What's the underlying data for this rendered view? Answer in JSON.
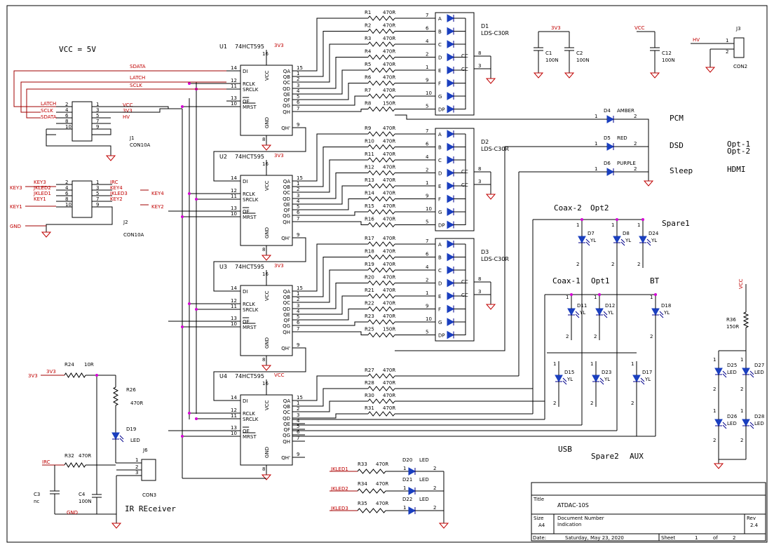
{
  "vcc_note": "VCC = 5V",
  "chips": [
    {
      "ref": "U1",
      "part": "74HCT595",
      "supply": "3V3"
    },
    {
      "ref": "U2",
      "part": "74HCT595",
      "supply": "3V3"
    },
    {
      "ref": "U3",
      "part": "74HCT595",
      "supply": "3V3"
    },
    {
      "ref": "U4",
      "part": "74HCT595",
      "supply": "VCC"
    }
  ],
  "chip_pins_left": [
    "DI",
    "RCLK",
    "SRCLK",
    "OE",
    "MRST"
  ],
  "chip_pins_left_nums": [
    "14",
    "12",
    "11",
    "13",
    "10"
  ],
  "chip_pins_right": [
    "QA",
    "QB",
    "QC",
    "QD",
    "QE",
    "QF",
    "QG",
    "QH",
    "QH'"
  ],
  "chip_pins_right_nums": [
    "15",
    "1",
    "2",
    "3",
    "4",
    "5",
    "6",
    "7",
    "9"
  ],
  "chip_vcc": "VCC",
  "chip_gnd": "GND",
  "vcc_pin": "16",
  "gnd_pin": "8",
  "displays": [
    {
      "ref": "D1",
      "part": "LDS-C30R"
    },
    {
      "ref": "D2",
      "part": "LDS-C30R"
    },
    {
      "ref": "D3",
      "part": "LDS-C30R"
    }
  ],
  "seg_letters": [
    "A",
    "B",
    "C",
    "D",
    "E",
    "F",
    "G",
    "DP"
  ],
  "seg_pins": [
    "7",
    "6",
    "4",
    "2",
    "1",
    "9",
    "10",
    "5"
  ],
  "cc_label": "CC",
  "cc_pins": [
    "8",
    "3"
  ],
  "resistors_bank1": [
    {
      "ref": "R1",
      "val": "470R"
    },
    {
      "ref": "R2",
      "val": "470R"
    },
    {
      "ref": "R3",
      "val": "470R"
    },
    {
      "ref": "R4",
      "val": "470R"
    },
    {
      "ref": "R5",
      "val": "470R"
    },
    {
      "ref": "R6",
      "val": "470R"
    },
    {
      "ref": "R7",
      "val": "470R"
    },
    {
      "ref": "R8",
      "val": "150R"
    }
  ],
  "resistors_bank2": [
    {
      "ref": "R9",
      "val": "470R"
    },
    {
      "ref": "R10",
      "val": "470R"
    },
    {
      "ref": "R11",
      "val": "470R"
    },
    {
      "ref": "R12",
      "val": "470R"
    },
    {
      "ref": "R13",
      "val": "470R"
    },
    {
      "ref": "R14",
      "val": "470R"
    },
    {
      "ref": "R15",
      "val": "470R"
    },
    {
      "ref": "R16",
      "val": "470R"
    }
  ],
  "resistors_bank3": [
    {
      "ref": "R17",
      "val": "470R"
    },
    {
      "ref": "R18",
      "val": "470R"
    },
    {
      "ref": "R19",
      "val": "470R"
    },
    {
      "ref": "R20",
      "val": "470R"
    },
    {
      "ref": "R21",
      "val": "470R"
    },
    {
      "ref": "R22",
      "val": "470R"
    },
    {
      "ref": "R23",
      "val": "470R"
    },
    {
      "ref": "R25",
      "val": "150R"
    }
  ],
  "resistors_bank4": [
    {
      "ref": "R27",
      "val": "470R"
    },
    {
      "ref": "R28",
      "val": "470R"
    },
    {
      "ref": "R30",
      "val": "470R"
    },
    {
      "ref": "R31",
      "val": "470R"
    }
  ],
  "caps": [
    {
      "ref": "C1",
      "val": "100N"
    },
    {
      "ref": "C2",
      "val": "100N"
    },
    {
      "ref": "C12",
      "val": "100N"
    }
  ],
  "cap_rails": [
    "3V3",
    "VCC"
  ],
  "j3": {
    "ref": "J3",
    "part": "CON2",
    "net": "HV",
    "p1": "1",
    "p2": "2"
  },
  "j1": {
    "ref": "J1",
    "part": "CON10A",
    "nets": [
      "LATCH",
      "SCLK",
      "SDATA",
      "VCC",
      "3V3",
      "HV"
    ],
    "left_pins": [
      "2",
      "4",
      "6",
      "8",
      "10"
    ],
    "right_pins": [
      "1",
      "3",
      "5",
      "7",
      "9"
    ]
  },
  "j2": {
    "ref": "J2",
    "part": "CON10A",
    "left_nets": [
      "KEY3",
      "JKLED2",
      "JKLED1",
      "KEY1"
    ],
    "right_nets": [
      "IRC",
      "KEY4",
      "JKLED3",
      "KEY2"
    ],
    "left_pins": [
      "2",
      "4",
      "6",
      "8",
      "10"
    ],
    "right_pins": [
      "1",
      "3",
      "5",
      "7",
      "9"
    ],
    "gnd": "GND"
  },
  "bus_labels": [
    "SDATA",
    "LATCH",
    "SCLK"
  ],
  "status_leds": [
    {
      "ref": "D4",
      "color": "AMBER",
      "label": "PCM"
    },
    {
      "ref": "D5",
      "color": "RED",
      "label": "DSD"
    },
    {
      "ref": "D6",
      "color": "PURPLE",
      "label": "Sleep"
    }
  ],
  "opt_notes": [
    "Opt-1",
    "Opt-2",
    "HDMI"
  ],
  "led_pins": [
    "1",
    "2"
  ],
  "yl_leds": [
    {
      "ref": "D7",
      "val": "YL"
    },
    {
      "ref": "D8",
      "val": "YL"
    },
    {
      "ref": "D24",
      "val": "YL"
    },
    {
      "ref": "D11",
      "val": "YL"
    },
    {
      "ref": "D12",
      "val": "YL"
    },
    {
      "ref": "D18",
      "val": "YL"
    },
    {
      "ref": "D15",
      "val": "YL"
    },
    {
      "ref": "D23",
      "val": "YL"
    },
    {
      "ref": "D17",
      "val": "YL"
    }
  ],
  "input_labels": [
    "Coax-2",
    "Opt2",
    "Spare1",
    "Coax-1",
    "Opt1",
    "BT",
    "USB",
    "Spare2",
    "AUX"
  ],
  "r36": {
    "ref": "R36",
    "val": "150R",
    "rail": "VCC"
  },
  "right_leds": [
    {
      "ref": "D25",
      "val": "LED"
    },
    {
      "ref": "D27",
      "val": "LED"
    },
    {
      "ref": "D26",
      "val": "LED"
    },
    {
      "ref": "D28",
      "val": "LED"
    }
  ],
  "ir": {
    "r24": {
      "ref": "R24",
      "val": "10R"
    },
    "r26": {
      "ref": "R26",
      "val": "470R"
    },
    "r32": {
      "ref": "R32",
      "val": "470R"
    },
    "d19": {
      "ref": "D19",
      "val": "LED"
    },
    "c3": {
      "ref": "C3",
      "val": "nc"
    },
    "c4": {
      "ref": "C4",
      "val": "100N"
    },
    "j6": {
      "ref": "J6",
      "part": "CON3"
    },
    "rail": "3V3",
    "net": "IRC",
    "gnd": "GND",
    "caption": "IR REceiver",
    "pins": [
      "1",
      "2",
      "3"
    ]
  },
  "jk_leds": [
    {
      "net": "JKLED1",
      "r": "R33",
      "rval": "470R",
      "d": "D20",
      "dval": "LED"
    },
    {
      "net": "JKLED2",
      "r": "R34",
      "rval": "470R",
      "d": "D21",
      "dval": "LED"
    },
    {
      "net": "JKLED3",
      "r": "R35",
      "rval": "470R",
      "d": "D22",
      "dval": "LED"
    }
  ],
  "title_block": {
    "title_lbl": "Title",
    "title": "ATDAC-10S",
    "size_lbl": "Size",
    "size": "A4",
    "docnum_lbl": "Document Number",
    "docnum": "Indication",
    "rev_lbl": "Rev",
    "rev": "2.4",
    "date_lbl": "Date:",
    "date": "Saturday, May 23, 2020",
    "sheet_lbl": "Sheet",
    "sheet": "1",
    "of_lbl": "of",
    "sheets": "2"
  }
}
